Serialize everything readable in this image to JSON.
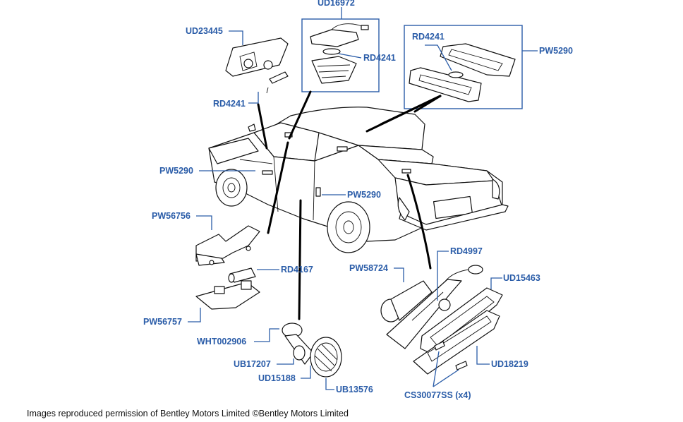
{
  "labels": {
    "ud16972": "UD16972",
    "ud23445": "UD23445",
    "rd4241_top_left": "RD4241",
    "rd4241_box": "RD4241",
    "rd4241_right": "RD4241",
    "pw5290_top_right": "PW5290",
    "pw5290_left": "PW5290",
    "pw5290_door": "PW5290",
    "pw56756": "PW56756",
    "rd4167": "RD4167",
    "pw56757": "PW56757",
    "wht002906": "WHT002906",
    "ub17207": "UB17207",
    "ud15188": "UD15188",
    "ub13576": "UB13576",
    "rd4997": "RD4997",
    "pw58724": "PW58724",
    "ud15463": "UD15463",
    "ud18219": "UD18219",
    "cs30077ss": "CS30077SS (x4)"
  },
  "caption": "Images reproduced permission of Bentley Motors Limited ©Bentley Motors Limited",
  "colors": {
    "label": "#2a5ca8",
    "line_art": "#111111",
    "background": "#ffffff"
  }
}
